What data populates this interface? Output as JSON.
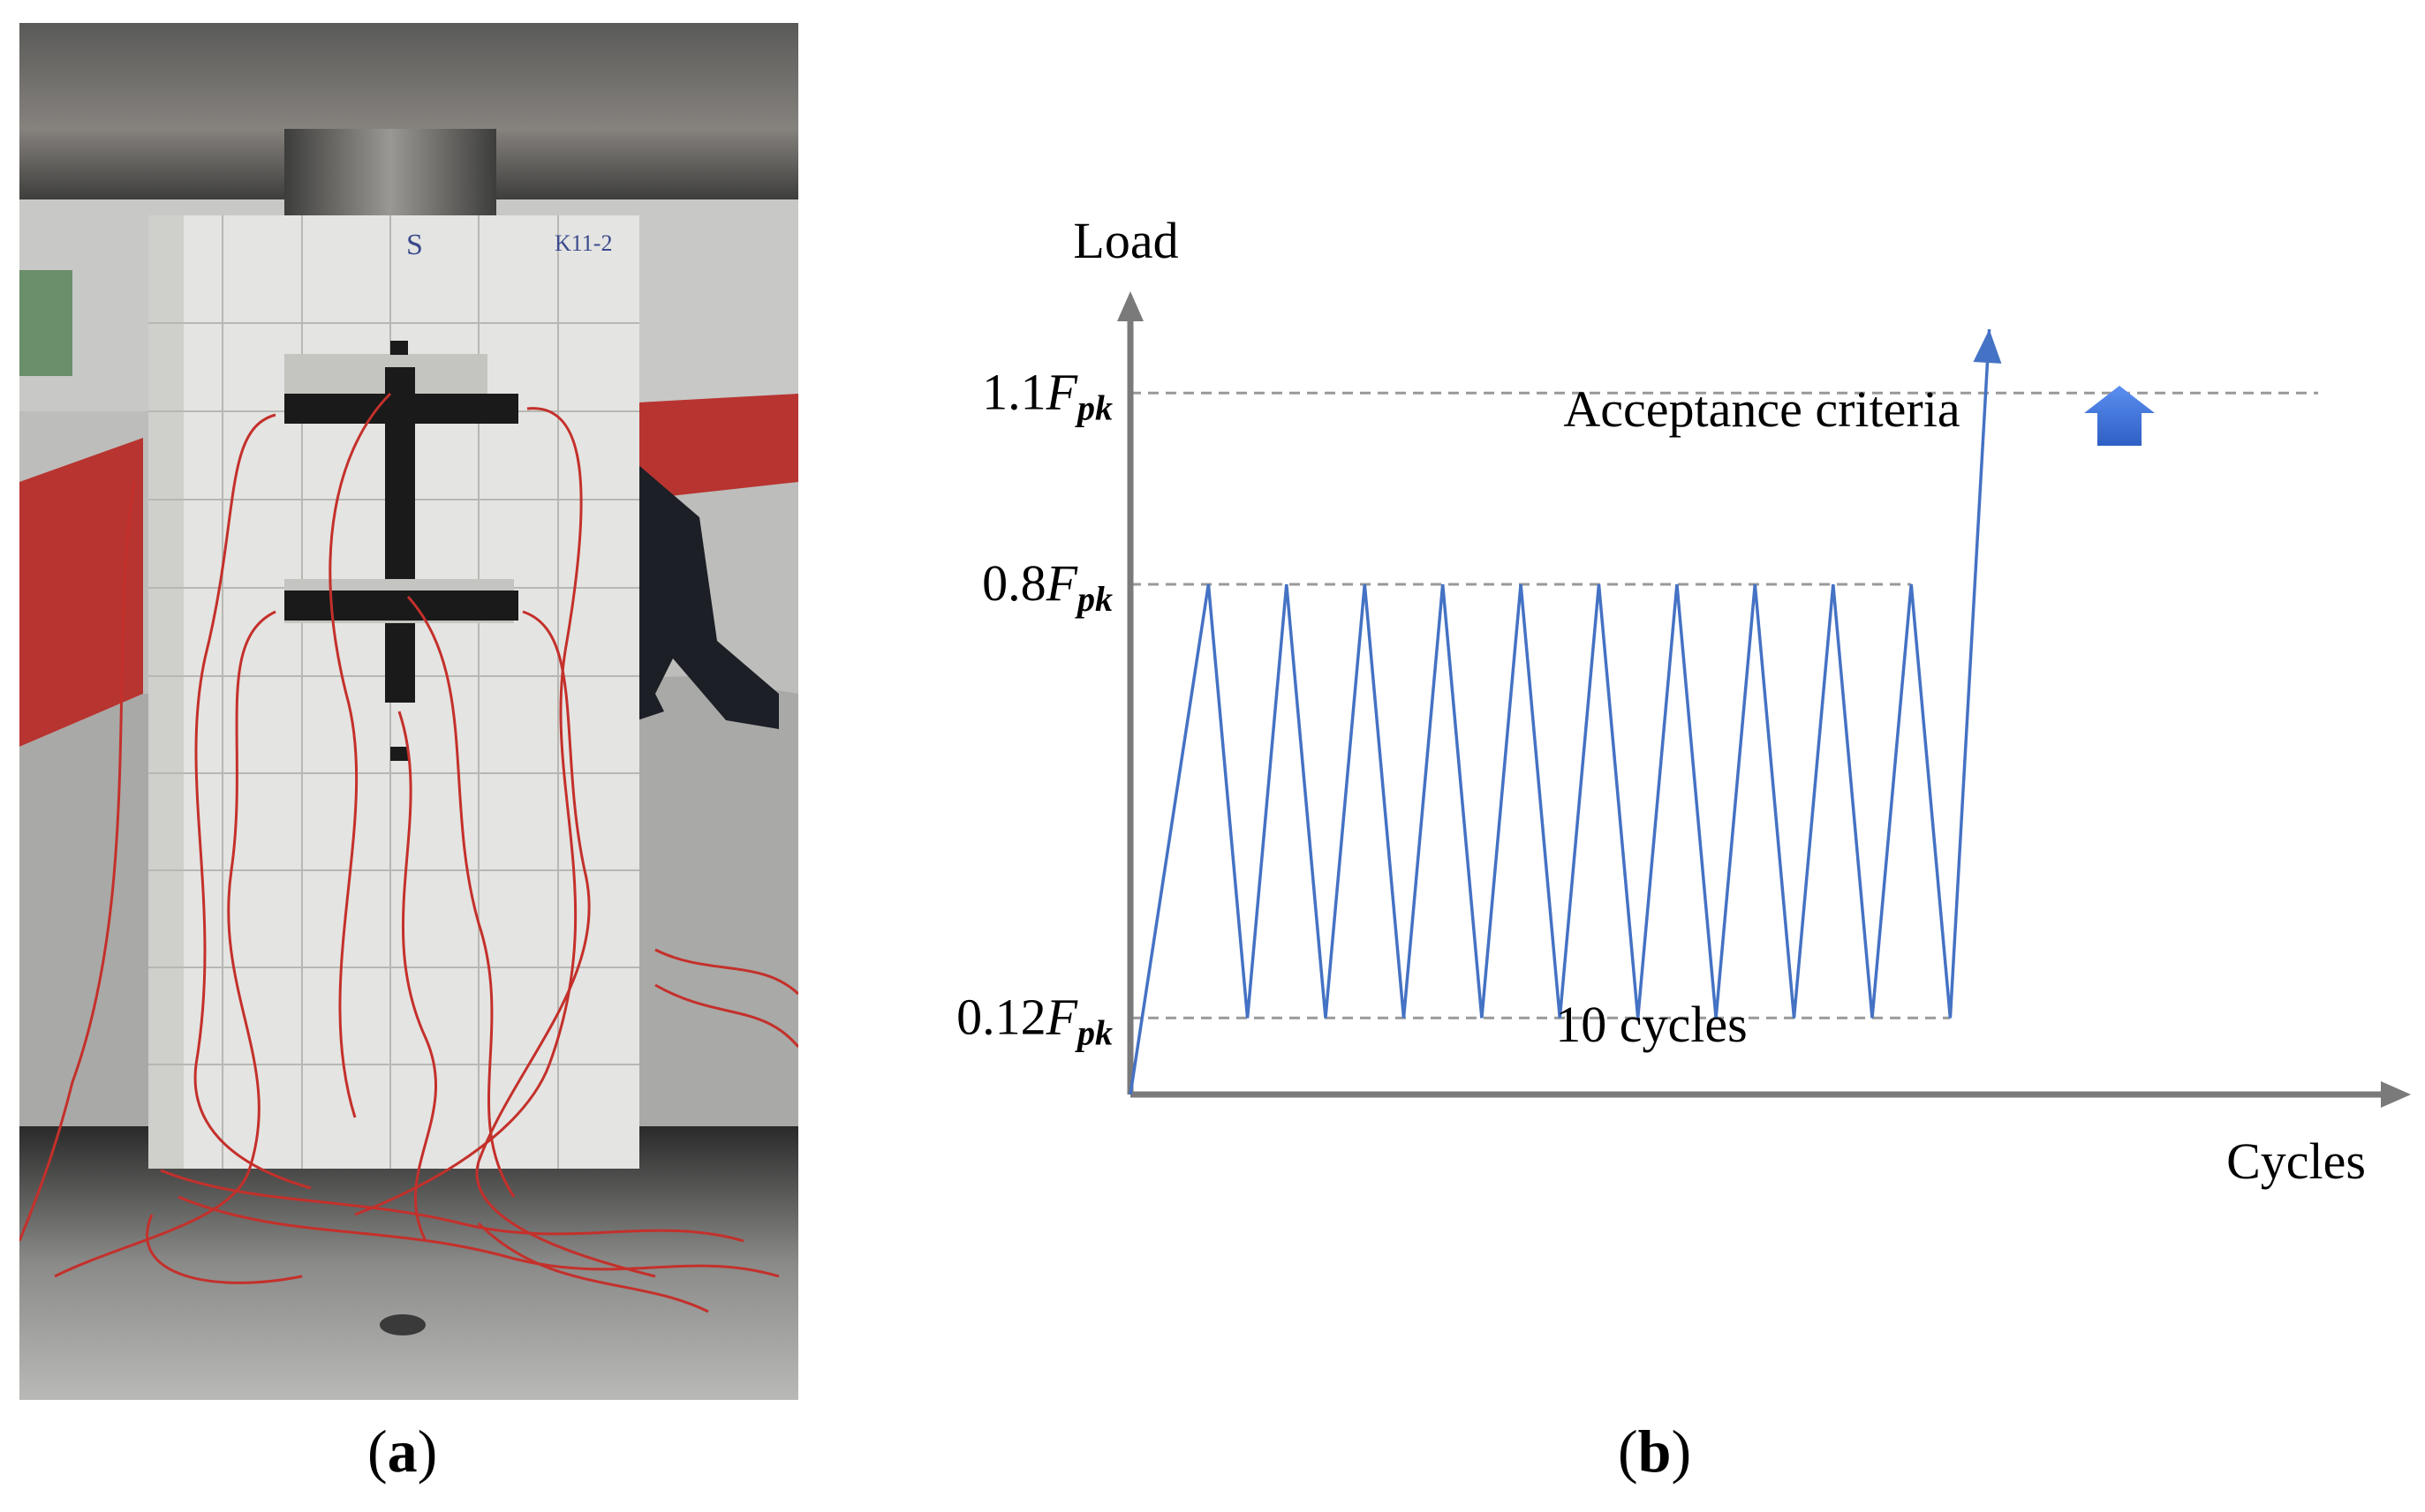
{
  "panels": {
    "a": {
      "open": "(",
      "letter": "a",
      "close": ")"
    },
    "b": {
      "open": "(",
      "letter": "b",
      "close": ")"
    }
  },
  "photo": {
    "marks": {
      "specimen_side": "S",
      "specimen_id": "K11-2"
    },
    "colors": {
      "wire": "#c4302b",
      "specimen": "#e4e4e2",
      "gauge": "#1a1a1a",
      "floor": "#b83430"
    }
  },
  "diagram": {
    "y_axis_label": "Load",
    "x_axis_label": "Cycles",
    "annotation": "Acceptance criteria",
    "cycle_note": "10 cycles",
    "levels": [
      {
        "id": "upper",
        "coef": "1.1",
        "symbol": "F",
        "subscript": "pk",
        "value": 1.1
      },
      {
        "id": "peak",
        "coef": "0.8",
        "symbol": "F",
        "subscript": "pk",
        "value": 0.8
      },
      {
        "id": "valley",
        "coef": "0.12",
        "symbol": "F",
        "subscript": "pk",
        "value": 0.12
      }
    ],
    "colors": {
      "series": "#4472c4",
      "reference": "#999999",
      "axis": "#7a7a7a",
      "arrow_top": "#5b8ff0",
      "arrow_bottom": "#2f5fc4"
    }
  },
  "chart_data": {
    "type": "line",
    "title": "",
    "xlabel": "Cycles",
    "ylabel": "Load",
    "cycle_count": 10,
    "peak_level": 0.8,
    "valley_level": 0.12,
    "acceptance_level": 1.1,
    "series": [
      {
        "x": [
          0,
          1,
          1.5,
          2,
          2.5,
          3,
          3.5,
          4,
          4.5,
          5,
          5.5,
          6,
          6.5,
          7,
          7.5,
          8,
          8.5,
          9,
          9.5,
          10,
          10.5,
          11
        ],
        "y": [
          0,
          0.8,
          0.12,
          0.8,
          0.12,
          0.8,
          0.12,
          0.8,
          0.12,
          0.8,
          0.12,
          0.8,
          0.12,
          0.8,
          0.12,
          0.8,
          0.12,
          0.8,
          0.12,
          0.8,
          0.12,
          1.2
        ]
      }
    ],
    "grid": false,
    "legend": "none"
  }
}
